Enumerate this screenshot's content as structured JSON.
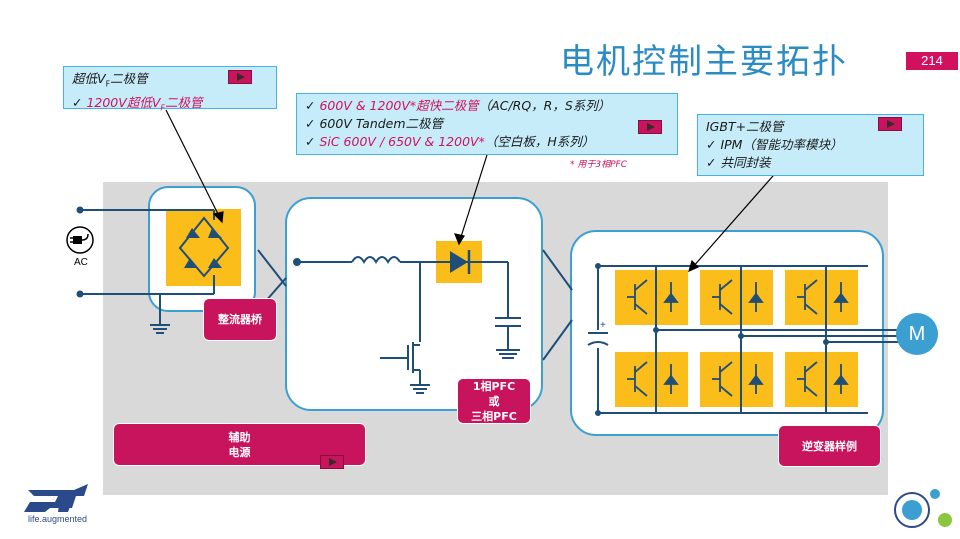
{
  "slide": {
    "title": "电机控制主要拓扑",
    "page_number": "214"
  },
  "callouts": {
    "rectifier": {
      "line1_pre": "超低V",
      "line1_sub": "F",
      "line1_post": "二极管",
      "line2_check": "✓ ",
      "line2_pre": "1200V超低V",
      "line2_sub": "F",
      "line2_post": "二极管"
    },
    "pfc": {
      "line1_check": "✓ ",
      "line1_mag": "600V & 1200V*超快二极管",
      "line1_rest": "（AC/RQ，R，S系列）",
      "line2": "✓ 600V Tandem二极管",
      "line3_check": "✓ ",
      "line3_mag": "SiC 600V / 650V & 1200V*",
      "line3_rest": "（空白板，H系列）",
      "note": "* 用于3相PFC"
    },
    "inverter": {
      "line1": "IGBT+二极管",
      "line2": "✓ IPM（智能功率模块）",
      "line3": "✓ 共同封装"
    }
  },
  "blocks": {
    "rectifier_label": "整流器桥",
    "pfc_label_1": "1相PFC",
    "pfc_label_2": "或",
    "pfc_label_3": "三相PFC",
    "aux_label_1": "辅助",
    "aux_label_2": "电源",
    "inverter_label": "逆变器样例"
  },
  "labels": {
    "ac": "AC",
    "motor": "M",
    "logo_tagline": "life.augmented"
  },
  "colors": {
    "accent_blue": "#3b9fd2",
    "magenta": "#c8145c",
    "yellow": "#fbbd1a",
    "circuit": "#1f4e79"
  },
  "icons": [
    "plug-icon",
    "ground-icon",
    "diode-icon",
    "igbt-icon",
    "inductor-icon",
    "capacitor-icon",
    "motor-icon",
    "play-icon",
    "st-logo-icon"
  ]
}
